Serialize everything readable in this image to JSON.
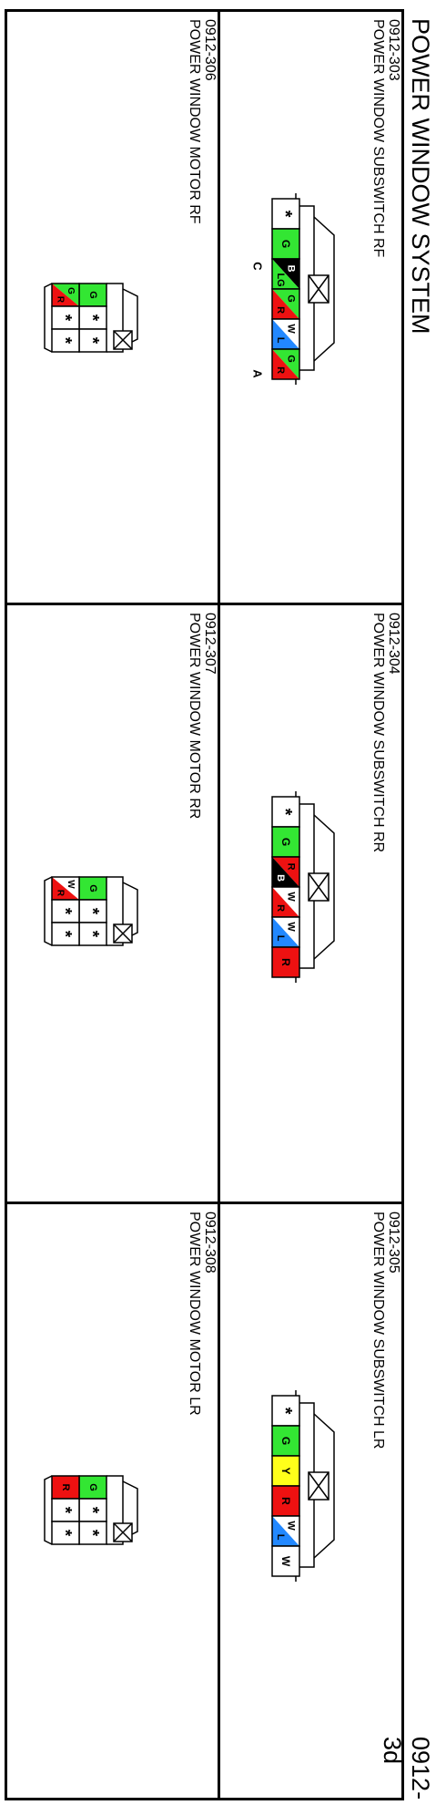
{
  "page": {
    "title": "POWER WINDOW SYSTEM",
    "code": "0912-3d"
  },
  "colors": {
    "G": "#33e633",
    "R": "#ee1111",
    "B": "#000000",
    "L": "#2288ff",
    "W": "#ffffff",
    "Y": "#ffff1a"
  },
  "connectors": [
    {
      "id": "0912-303",
      "label": "POWER WINDOW SUBSWITCH RF",
      "type": "subswitch",
      "pin_labels": {
        "left": "C",
        "right": "A"
      },
      "pins": [
        {
          "mark": "*"
        },
        {
          "a": "G"
        },
        {
          "a": "B",
          "b": "G",
          "la": "B",
          "lb": "LG"
        },
        {
          "a": "G",
          "b": "R"
        },
        {
          "a": "W",
          "b": "L"
        },
        {
          "a": "G",
          "b": "R"
        }
      ]
    },
    {
      "id": "0912-304",
      "label": "POWER WINDOW SUBSWITCH RR",
      "type": "subswitch",
      "pins": [
        {
          "mark": "*"
        },
        {
          "a": "G"
        },
        {
          "a": "R",
          "b": "B"
        },
        {
          "a": "W",
          "b": "R"
        },
        {
          "a": "W",
          "b": "L"
        },
        {
          "a": "R"
        }
      ]
    },
    {
      "id": "0912-305",
      "label": "POWER WINDOW SUBSWITCH LR",
      "type": "subswitch",
      "pins": [
        {
          "mark": "*"
        },
        {
          "a": "G"
        },
        {
          "a": "Y"
        },
        {
          "a": "R"
        },
        {
          "a": "W",
          "b": "L"
        },
        {
          "a": "W"
        }
      ]
    },
    {
      "id": "0912-306",
      "label": "POWER WINDOW MOTOR RF",
      "type": "motor",
      "pins": [
        {
          "a": "G"
        },
        {
          "mark": "*"
        },
        {
          "mark": "*"
        },
        {
          "a": "G",
          "b": "R"
        },
        {
          "mark": "*"
        },
        {
          "mark": "*"
        }
      ]
    },
    {
      "id": "0912-307",
      "label": "POWER WINDOW MOTOR RR",
      "type": "motor",
      "pins": [
        {
          "a": "G"
        },
        {
          "mark": "*"
        },
        {
          "mark": "*"
        },
        {
          "a": "W",
          "b": "R"
        },
        {
          "mark": "*"
        },
        {
          "mark": "*"
        }
      ]
    },
    {
      "id": "0912-308",
      "label": "POWER WINDOW MOTOR LR",
      "type": "motor",
      "pins": [
        {
          "a": "G"
        },
        {
          "mark": "*"
        },
        {
          "mark": "*"
        },
        {
          "a": "R"
        },
        {
          "mark": "*"
        },
        {
          "mark": "*"
        }
      ]
    }
  ]
}
